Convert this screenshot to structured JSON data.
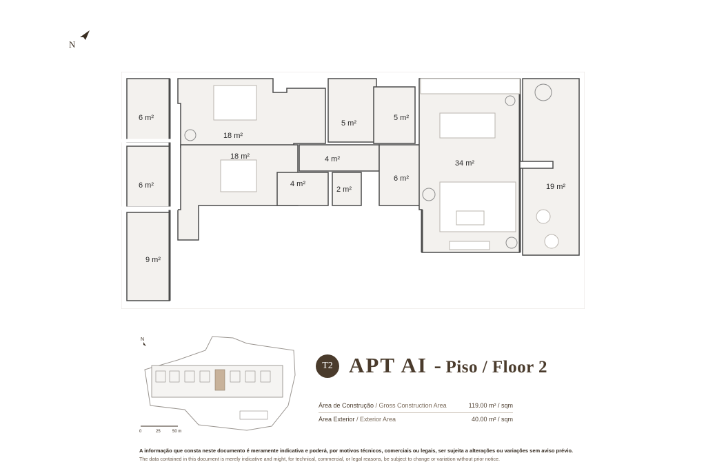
{
  "compass": {
    "letter": "N",
    "icon": "north-arrow-icon"
  },
  "rooms": [
    {
      "id": "balcony-top",
      "area": "6 m²"
    },
    {
      "id": "balcony-mid",
      "area": "6 m²"
    },
    {
      "id": "balcony-bottom",
      "area": "9 m²"
    },
    {
      "id": "bedroom-1",
      "area": "18 m²"
    },
    {
      "id": "bedroom-2",
      "area": "18 m²"
    },
    {
      "id": "bathroom-1",
      "area": "5 m²"
    },
    {
      "id": "bathroom-2",
      "area": "5 m²"
    },
    {
      "id": "hall",
      "area": "4 m²"
    },
    {
      "id": "bathroom-3",
      "area": "4 m²"
    },
    {
      "id": "storage",
      "area": "2 m²"
    },
    {
      "id": "entry",
      "area": "6 m²"
    },
    {
      "id": "living",
      "area": "34 m²"
    },
    {
      "id": "terrace",
      "area": "19 m²"
    }
  ],
  "site_plan": {
    "north": "N",
    "scale": [
      "0",
      "25",
      "50 m"
    ]
  },
  "apartment": {
    "badge": "T2",
    "name": "APT AI -",
    "floor": "Piso / Floor 2"
  },
  "areas": {
    "construction": {
      "label_pt": "Área de Construção",
      "label_en": " / Gross Construction Area",
      "value": "119.00 m² / sqm"
    },
    "exterior": {
      "label_pt": "Área Exterior",
      "label_en": " / Exterior Area",
      "value": "40.00 m² / sqm"
    }
  },
  "disclaimer": {
    "pt": "A informação que consta neste documento é meramente indicativa e poderá, por motivos técnicos, comerciais ou legais, ser sujeita a alterações ou variações sem aviso prévio.",
    "en": "The data contained in this document is merely indicative and might, for technical, commercial, or legal reasons, be subject to change or variation without prior notice."
  },
  "colors": {
    "brand": "#4a3b2c",
    "room_fill": "#f3f1ee",
    "wall": "#4a4a4a",
    "highlight": "#c8b29a"
  }
}
